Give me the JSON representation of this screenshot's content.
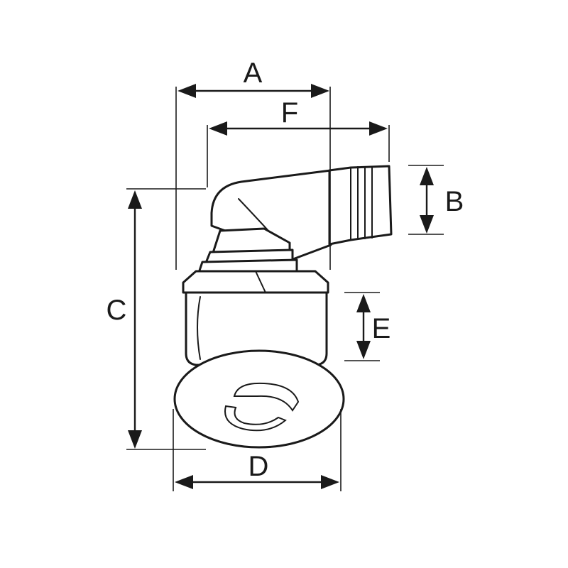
{
  "dimensions": {
    "a": "A",
    "b": "B",
    "c": "C",
    "d": "D",
    "e": "E",
    "f": "F"
  },
  "colors": {
    "line": "#1a1a1a",
    "background": "#ffffff"
  }
}
